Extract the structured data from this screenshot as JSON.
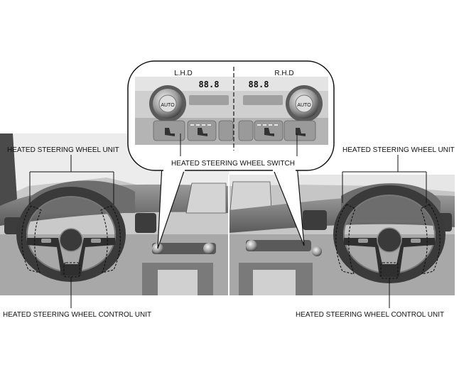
{
  "labels": {
    "lhd": "L.H.D",
    "rhd": "R.H.D",
    "switch": "HEATED STEERING WHEEL SWITCH",
    "unit_left": "HEATED STEERING WHEEL UNIT",
    "unit_right": "HEATED STEERING WHEEL UNIT",
    "control_left": "HEATED STEERING WHEEL CONTROL UNIT",
    "control_right": "HEATED STEERING WHEEL CONTROL UNIT"
  },
  "panel": {
    "auto_left": "AUTO",
    "auto_right": "AUTO",
    "temp_left": "88.8",
    "temp_right": "88.8"
  }
}
